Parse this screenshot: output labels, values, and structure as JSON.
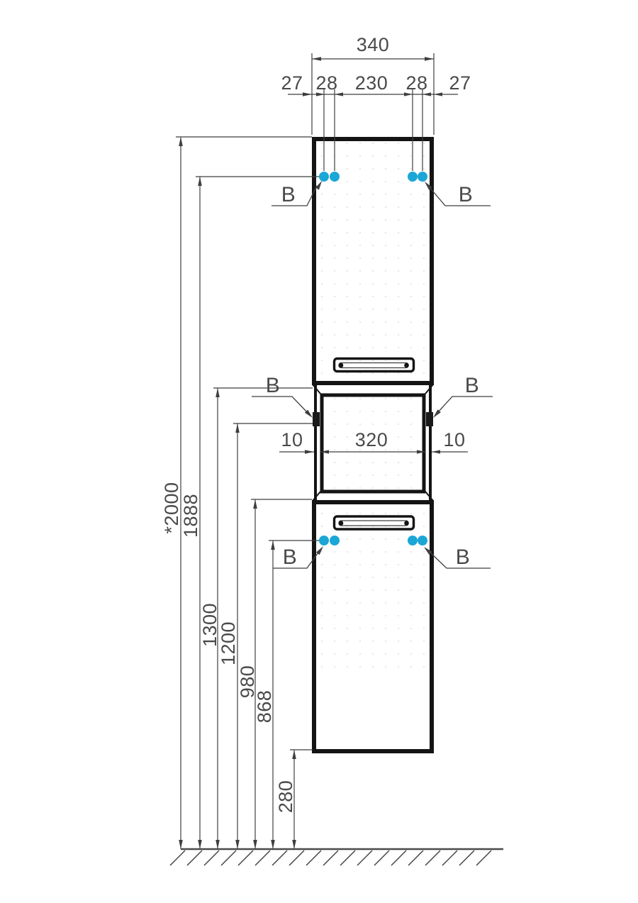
{
  "drawing": {
    "description": "Tall bathroom cabinet front-view technical drawing with mounting points",
    "dims": {
      "top": {
        "overall": "340",
        "chain": [
          "27",
          "28",
          "230",
          "28",
          "27"
        ]
      },
      "middle": [
        "10",
        "320",
        "10"
      ],
      "vertical": [
        "*2000",
        "1888",
        "1300",
        "1200",
        "980",
        "868",
        "280"
      ]
    },
    "fastener_label": "B",
    "colors": {
      "fastener_dot": "#1ba7d6",
      "thin_line": "#3f3f3f",
      "outline": "#141414",
      "background": "#ffffff"
    }
  }
}
